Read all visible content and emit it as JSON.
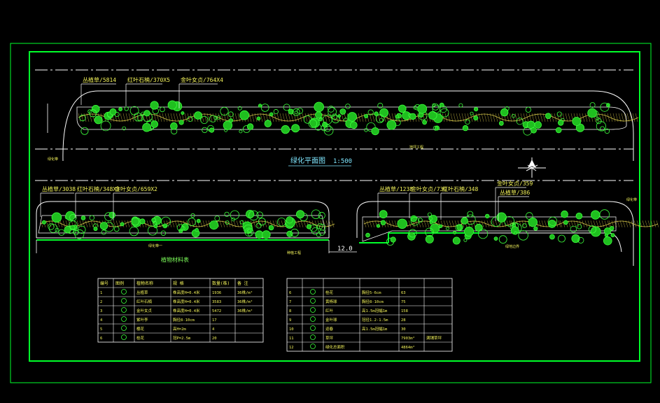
{
  "drawing_title": "绿化平面图",
  "drawing_scale": "1:500",
  "gap_dimension": "12.0",
  "table_title": "植物材料表",
  "top_callouts": [
    {
      "text": "丛植草/5814"
    },
    {
      "text": "红叶石楠/370X5"
    },
    {
      "text": "金叶女贞/764X4"
    }
  ],
  "left_callouts": [
    {
      "text": "丛植草/3038"
    },
    {
      "text": "红叶石楠/348X3"
    },
    {
      "text": "金叶女贞/659X2"
    }
  ],
  "right_callouts": [
    {
      "text": "丛植草/1238"
    },
    {
      "text": "金叶女贞/739"
    },
    {
      "text": "红叶石楠/348"
    },
    {
      "text": "金叶女贞/359"
    },
    {
      "text": "丛植草/386"
    }
  ],
  "small_labels": {
    "top_left": "绿化带",
    "top_center": "地坪工程",
    "left_bottom": "绿化带一",
    "left_center": "种植工程",
    "right_bottom": "绿地边界",
    "right_top": "绿化带"
  },
  "table_headers": [
    "编号",
    "图例",
    "植物名称",
    "规 格",
    "数量(株)",
    "备 注"
  ],
  "table_left_rows": [
    {
      "no": "1",
      "name": "丛植草",
      "spec": "株高度H=0.4米",
      "qty": "1936",
      "note": "36株/m²"
    },
    {
      "no": "2",
      "name": "红叶石楠",
      "spec": "株高度H=0.4米",
      "qty": "3583",
      "note": "36株/m²"
    },
    {
      "no": "3",
      "name": "金叶女贞",
      "spec": "株高度H=0.4米",
      "qty": "5472",
      "note": "36株/m²"
    },
    {
      "no": "4",
      "name": "紫叶李",
      "spec": "胸径8-10cm",
      "qty": "17",
      "note": ""
    },
    {
      "no": "5",
      "name": "樱花",
      "spec": "高H=2m",
      "qty": "4",
      "note": ""
    },
    {
      "no": "6",
      "name": "桂花",
      "spec": "冠P=2.5m",
      "qty": "20",
      "note": ""
    }
  ],
  "table_right_rows": [
    {
      "no": "6",
      "name": "桂花",
      "spec": "胸径5-6cm",
      "qty": "63",
      "note": ""
    },
    {
      "no": "7",
      "name": "黄杨球",
      "spec": "胸径8-10cm",
      "qty": "75",
      "note": ""
    },
    {
      "no": "8",
      "name": "红叶",
      "spec": "高1.5m冠幅1m",
      "qty": "158",
      "note": ""
    },
    {
      "no": "9",
      "name": "金叶球",
      "spec": "冠径1.2-1.5m",
      "qty": "28",
      "note": ""
    },
    {
      "no": "10",
      "name": "迎春",
      "spec": "高1.5m冠幅1m",
      "qty": "30",
      "note": ""
    },
    {
      "no": "11",
      "name": "草坪",
      "spec": "",
      "qty": "7903m²",
      "note": "满铺草坪"
    },
    {
      "no": "12",
      "name": "绿化总面积",
      "spec": "",
      "qty": "4864m²",
      "note": ""
    }
  ],
  "colors": {
    "background": "#000000",
    "frame": "#00ff2a",
    "line": "#ffffff",
    "text": "#f2f25a",
    "plant": "#3cff3c",
    "hatch": "#d8c84a",
    "accent": "#7fe7ff"
  }
}
